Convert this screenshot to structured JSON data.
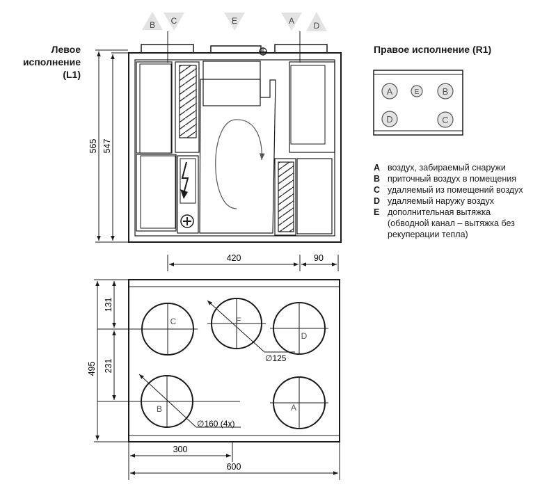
{
  "titles": {
    "left": [
      "Левое",
      "исполнение",
      "(L1)"
    ],
    "right": "Правое исполнение (R1)"
  },
  "top_markers": [
    {
      "letter": "B",
      "shape": "triangle-up"
    },
    {
      "letter": "C",
      "shape": "triangle-down"
    },
    {
      "letter": "E",
      "shape": "triangle-down"
    },
    {
      "letter": "A",
      "shape": "triangle-down"
    },
    {
      "letter": "D",
      "shape": "triangle-up"
    }
  ],
  "dimensions": {
    "height_outer": "565",
    "height_inner": "547",
    "width_spigot": "420",
    "width_edge": "90",
    "depth_total": "495",
    "depth_front": "131",
    "depth_rear": "231",
    "width_half": "300",
    "width_total": "600",
    "dia_bypass": "∅125",
    "dia_main": "∅160 (4x)"
  },
  "duct_labels": {
    "top_left": "C",
    "top_middle": "E",
    "top_right": "D",
    "bottom_left": "B",
    "bottom_right": "A"
  },
  "r1_layout": {
    "row1": [
      "A",
      "E",
      "B"
    ],
    "row2": [
      "D",
      "C"
    ]
  },
  "legend": [
    {
      "key": "A",
      "text": "воздух, забираемый снаружи"
    },
    {
      "key": "B",
      "text": "приточный воздух в помещения"
    },
    {
      "key": "C",
      "text": "удаляемый из помещений воздух"
    },
    {
      "key": "D",
      "text": "удаляемый наружу воздух"
    },
    {
      "key": "E",
      "text": "дополнительная вытяжка (обводной канал – вытяжка без рекуперации тепла)"
    }
  ]
}
